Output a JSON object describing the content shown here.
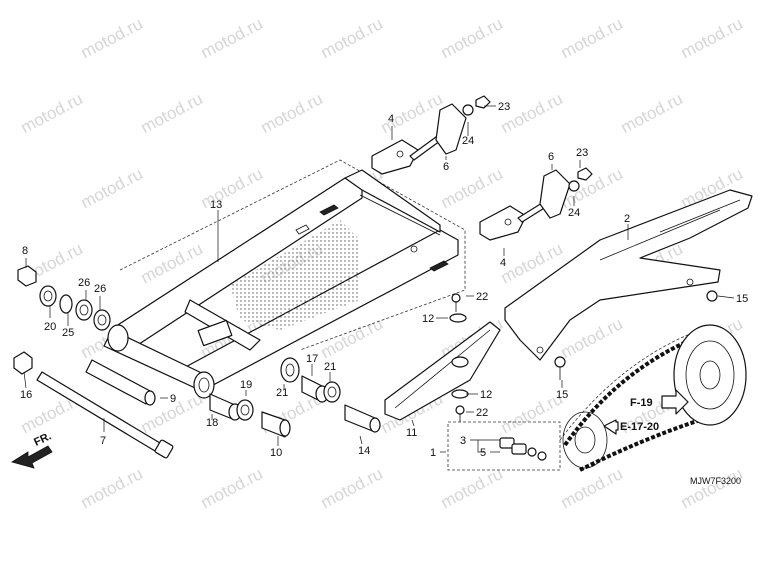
{
  "watermark": "motod.ru",
  "diagram_code": "MJW7F3200",
  "direction_label": "FR.",
  "refs": {
    "f19": "F-19",
    "e1720": "E-17-20"
  },
  "callouts": {
    "c1": "1",
    "c2": "2",
    "c3": "3",
    "c4a": "4",
    "c4b": "4",
    "c5": "5",
    "c6a": "6",
    "c6b": "6",
    "c7": "7",
    "c8": "8",
    "c9": "9",
    "c10": "10",
    "c11": "11",
    "c12a": "12",
    "c12b": "12",
    "c13": "13",
    "c14": "14",
    "c15a": "15",
    "c15b": "15",
    "c16": "16",
    "c17": "17",
    "c18": "18",
    "c19": "19",
    "c20": "20",
    "c21a": "21",
    "c21b": "21",
    "c22a": "22",
    "c22b": "22",
    "c23a": "23",
    "c23b": "23",
    "c24a": "24",
    "c24b": "24",
    "c25": "25",
    "c26a": "26",
    "c26b": "26"
  },
  "colors": {
    "line": "#111111",
    "watermark": "#d6d6d6",
    "dots": "#555555"
  }
}
